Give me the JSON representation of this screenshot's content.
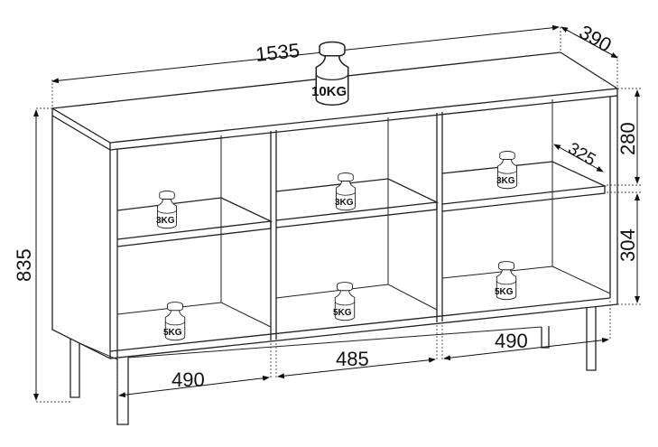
{
  "dimensions": {
    "width": "1535",
    "depth": "390",
    "upper_height": "280",
    "shelf_depth": "325",
    "lower_height": "304",
    "total_height": "835",
    "left_width": "490",
    "middle_width": "485",
    "right_width": "490"
  },
  "weights": {
    "top": "10KG",
    "left_shelf": "3KG",
    "middle_shelf": "3KG",
    "right_shelf": "3KG",
    "left_bottom": "5KG",
    "middle_bottom": "5KG",
    "right_bottom": "5KG"
  }
}
